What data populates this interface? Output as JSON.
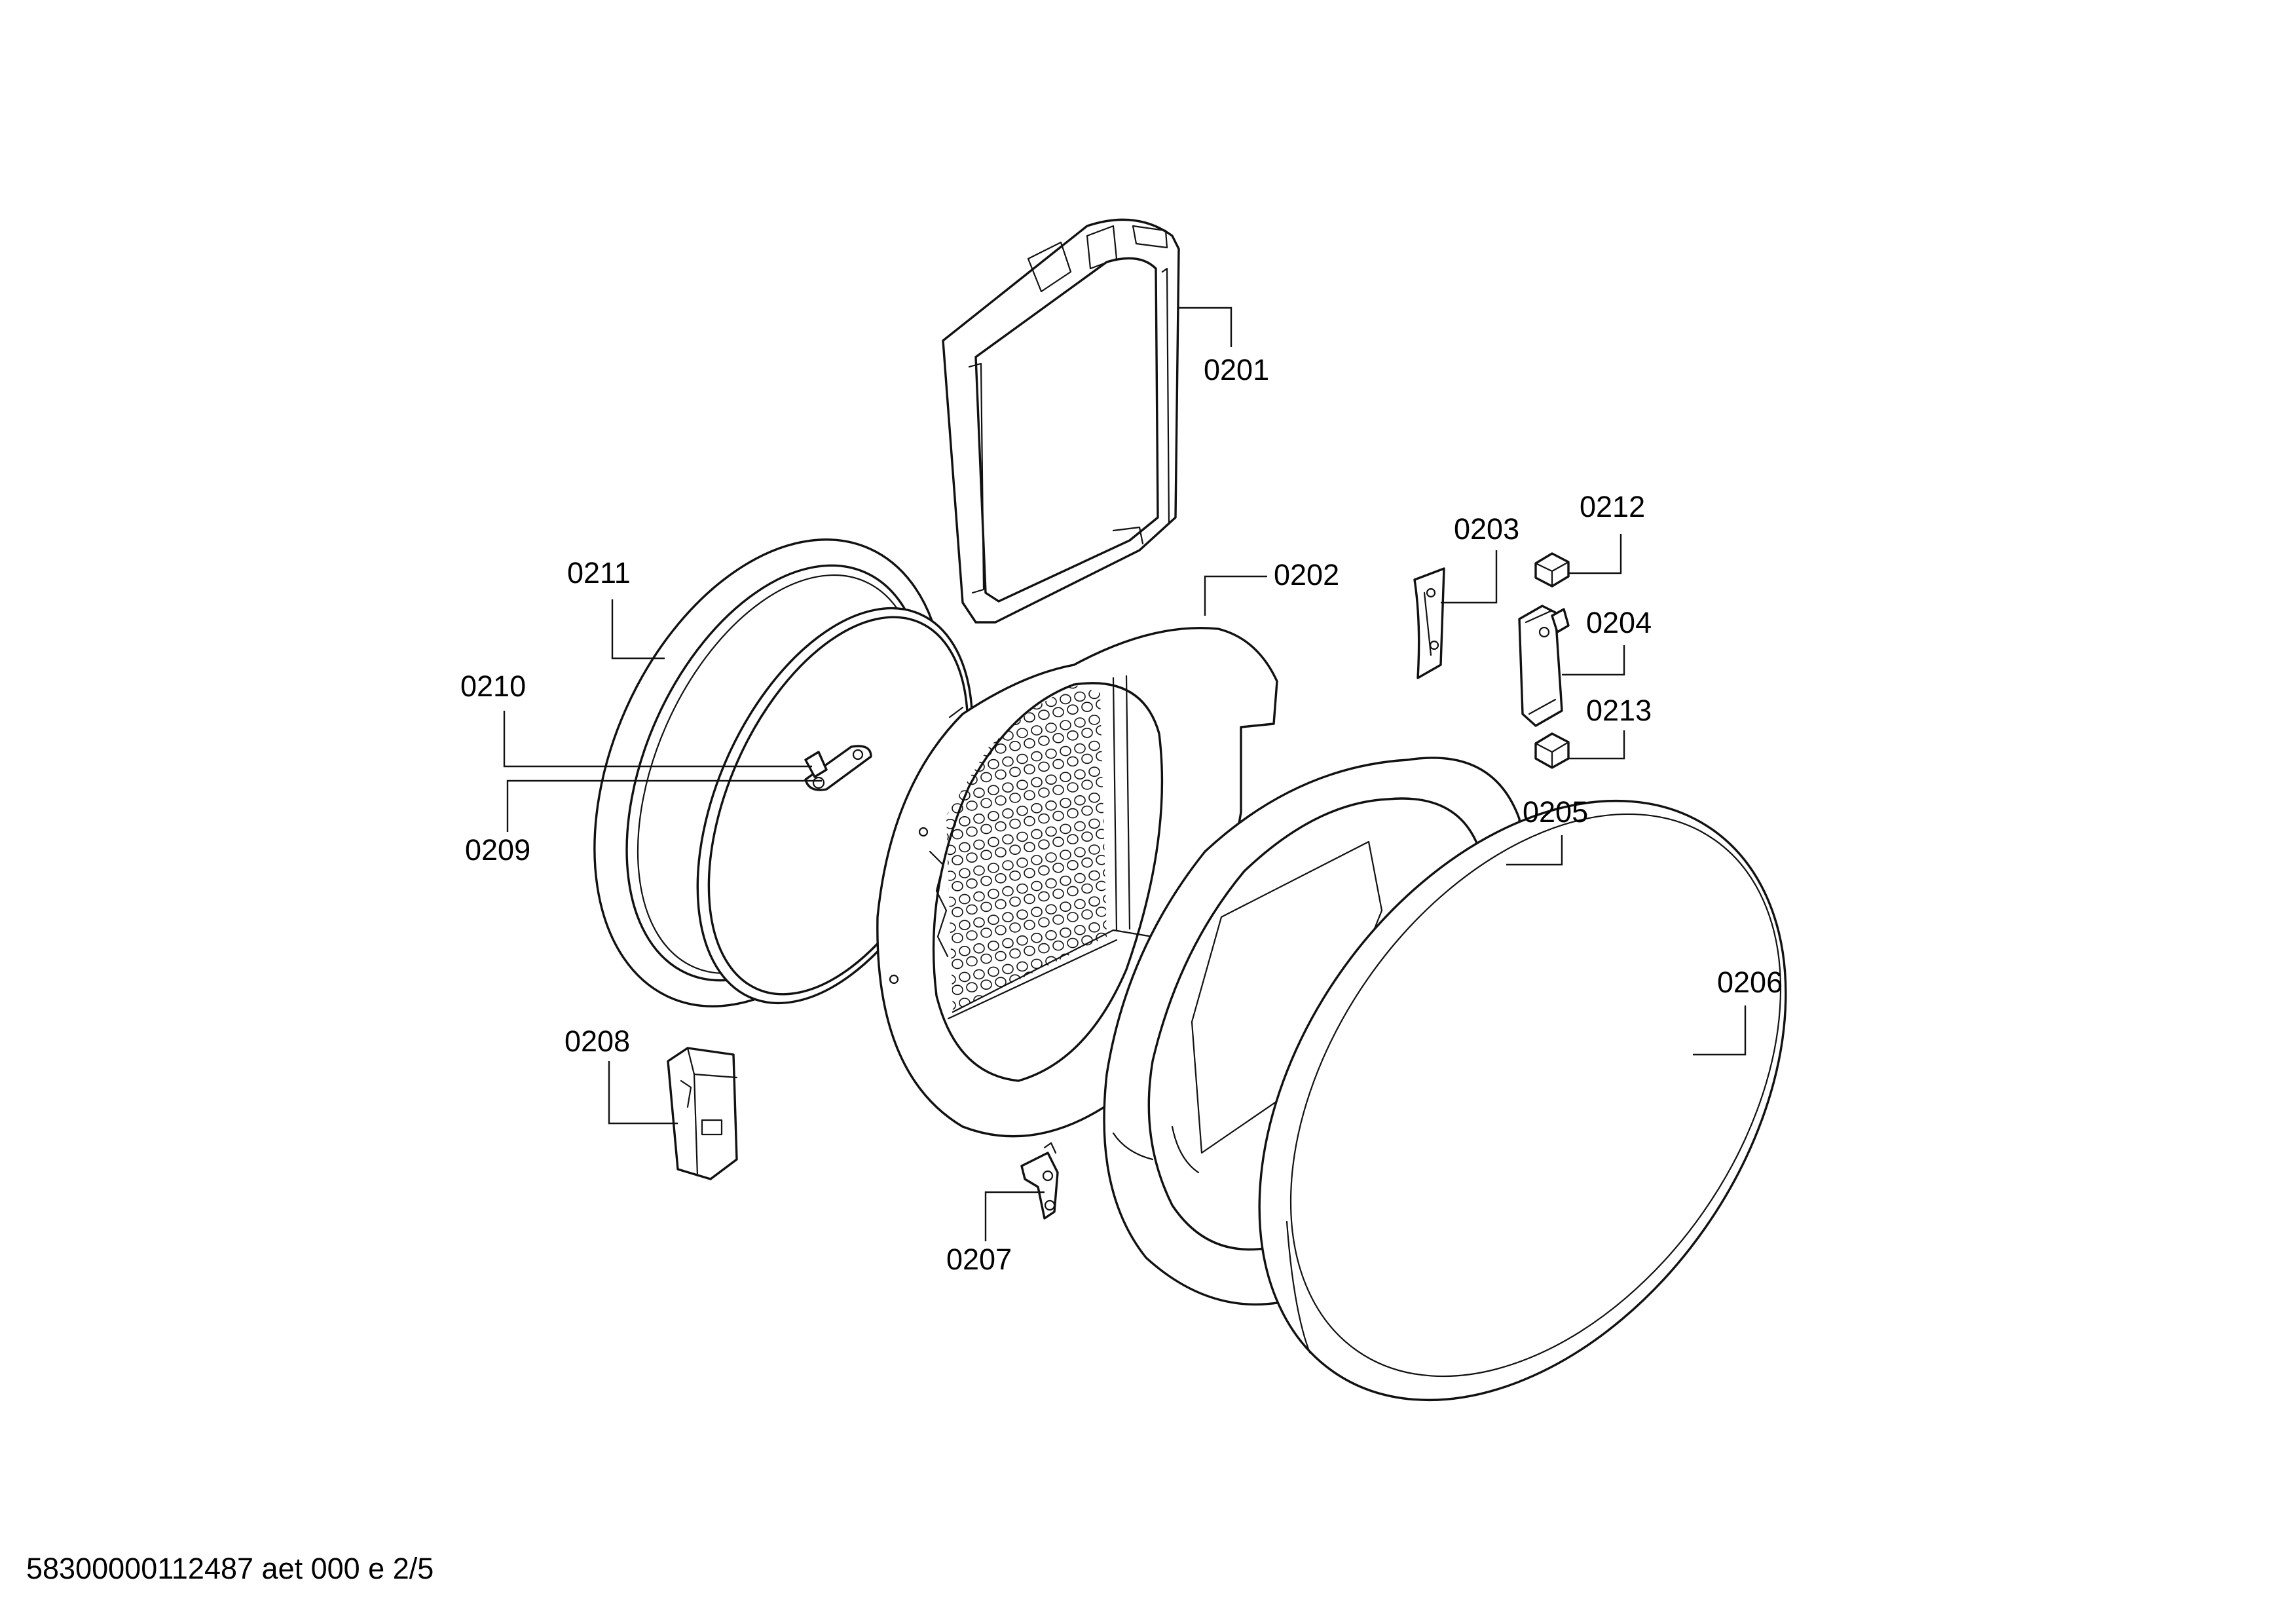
{
  "callouts": {
    "p0201": "0201",
    "p0202": "0202",
    "p0203": "0203",
    "p0204": "0204",
    "p0205": "0205",
    "p0206": "0206",
    "p0207": "0207",
    "p0208": "0208",
    "p0209": "0209",
    "p0210": "0210",
    "p0211": "0211",
    "p0212": "0212",
    "p0213": "0213"
  },
  "footer": {
    "document_code": "58300000112487 aet 000 e 2/5"
  }
}
